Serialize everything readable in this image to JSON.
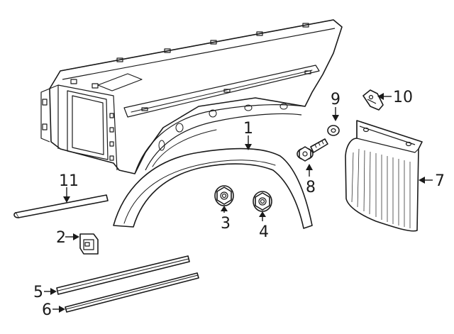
{
  "callouts": [
    {
      "id": "c1",
      "number": "1"
    },
    {
      "id": "c2",
      "number": "2"
    },
    {
      "id": "c3",
      "number": "3"
    },
    {
      "id": "c4",
      "number": "4"
    },
    {
      "id": "c5",
      "number": "5"
    },
    {
      "id": "c6",
      "number": "6"
    },
    {
      "id": "c7",
      "number": "7"
    },
    {
      "id": "c8",
      "number": "8"
    },
    {
      "id": "c9",
      "number": "9"
    },
    {
      "id": "c10",
      "number": "10"
    },
    {
      "id": "c11",
      "number": "11"
    }
  ],
  "colors": {
    "line": "#1a1a1a",
    "background": "#ffffff"
  }
}
